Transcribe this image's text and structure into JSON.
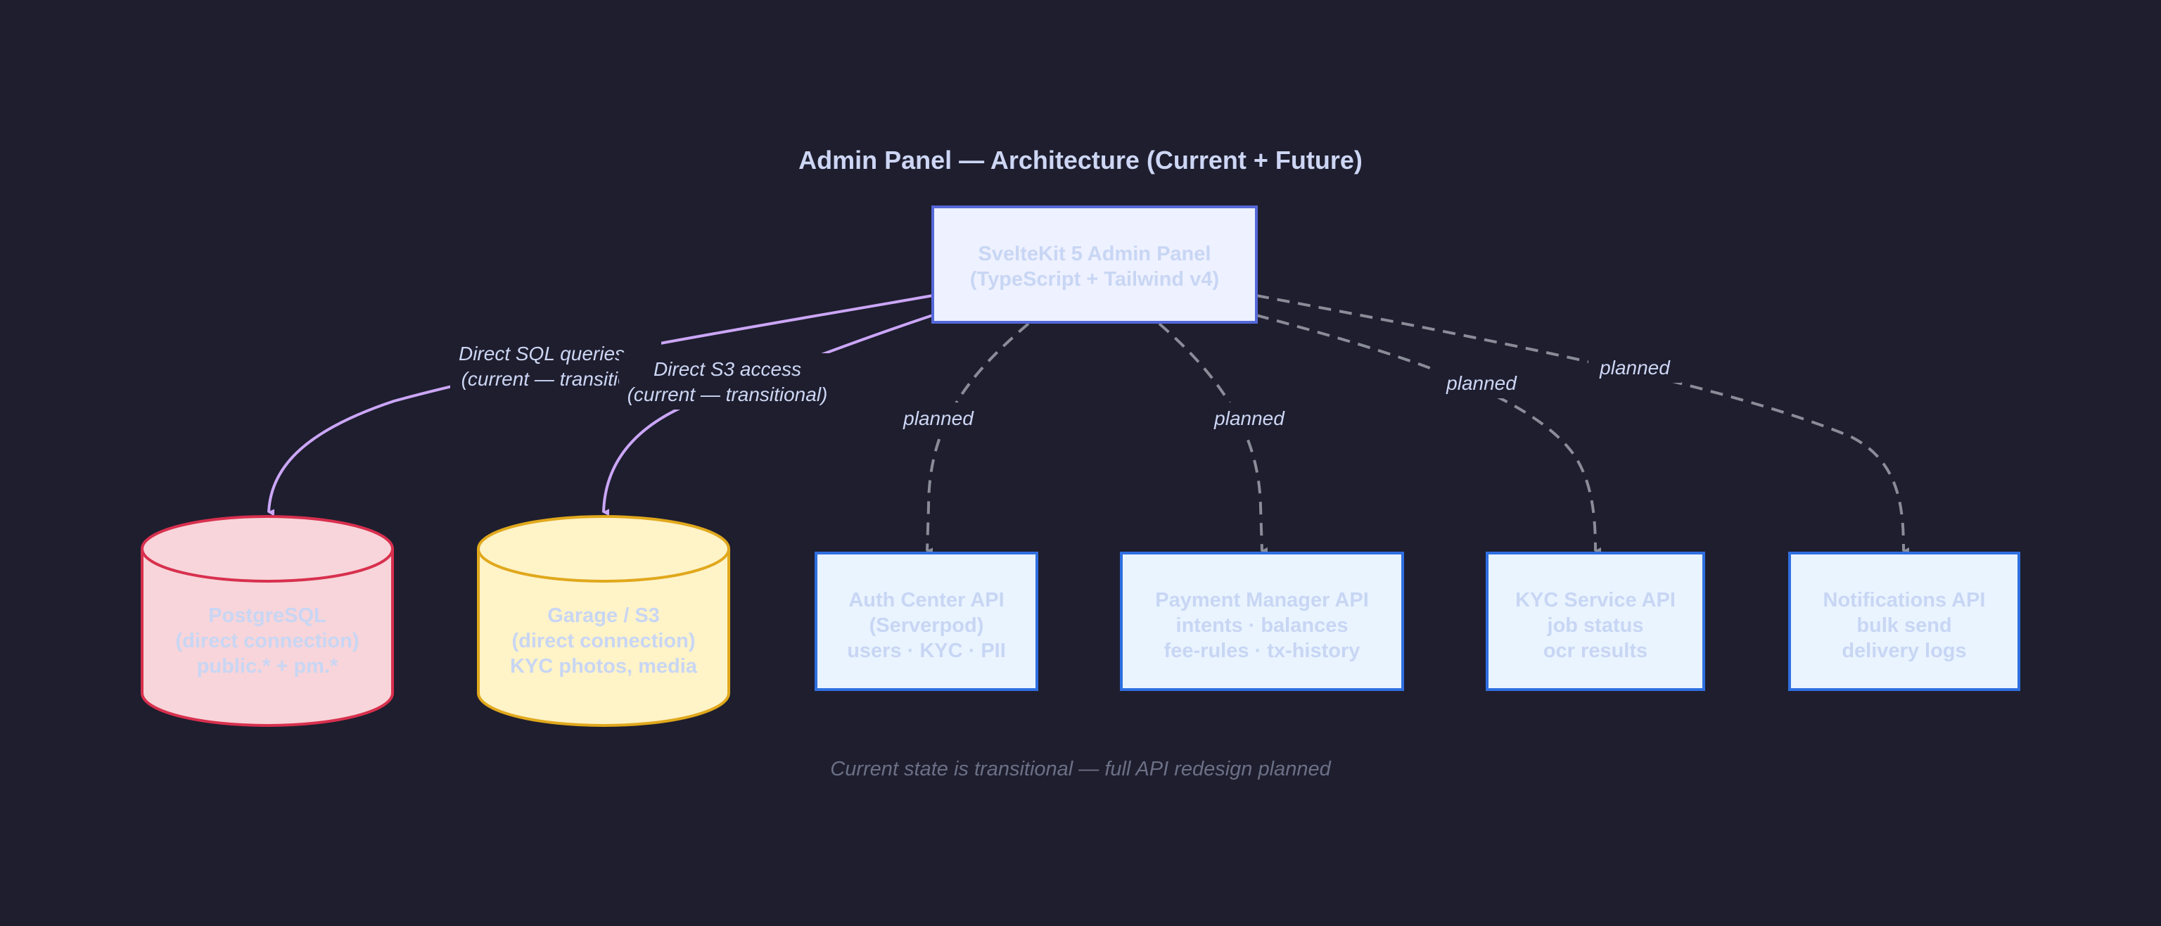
{
  "title": "Admin Panel — Architecture (Current + Future)",
  "footer": "Current state is transitional — full API redesign planned",
  "nodes": {
    "admin_panel": {
      "lines": [
        "SvelteKit 5 Admin Panel",
        "(TypeScript + Tailwind v4)"
      ]
    },
    "postgres": {
      "lines": [
        "PostgreSQL",
        "(direct connection)",
        "public.* + pm.*"
      ]
    },
    "garage": {
      "lines": [
        "Garage / S3",
        "(direct connection)",
        "KYC photos, media"
      ]
    },
    "auth_center": {
      "lines": [
        "Auth Center API",
        "(Serverpod)",
        "users · KYC · PII"
      ]
    },
    "payment_manager": {
      "lines": [
        "Payment Manager API",
        "intents · balances",
        "fee-rules · tx-history"
      ]
    },
    "kyc_service": {
      "lines": [
        "KYC Service API",
        "job status",
        "ocr results"
      ]
    },
    "notifications": {
      "lines": [
        "Notifications API",
        "bulk send",
        "delivery logs"
      ]
    }
  },
  "edges": {
    "to_postgres": {
      "lines": [
        "Direct SQL queries",
        "(current — transitional)"
      ]
    },
    "to_garage": {
      "lines": [
        "Direct S3 access",
        "(current — transitional)"
      ]
    },
    "to_auth": {
      "label": "planned"
    },
    "to_payment": {
      "label": "planned"
    },
    "to_kyc": {
      "label": "planned"
    },
    "to_notifications": {
      "label": "planned"
    }
  },
  "colors": {
    "background": "#1e1e2e",
    "solid_edge": "#cba6f7",
    "dashed_edge": "#8a8c98",
    "admin_fill": "#eef1ff",
    "admin_stroke": "#5468d8",
    "postgres_fill": "#f7d5da",
    "postgres_stroke": "#d8304e",
    "garage_fill": "#fff3c8",
    "garage_stroke": "#e0a81c",
    "api_fill": "#eaf4ff",
    "api_stroke": "#2f6fe0"
  }
}
